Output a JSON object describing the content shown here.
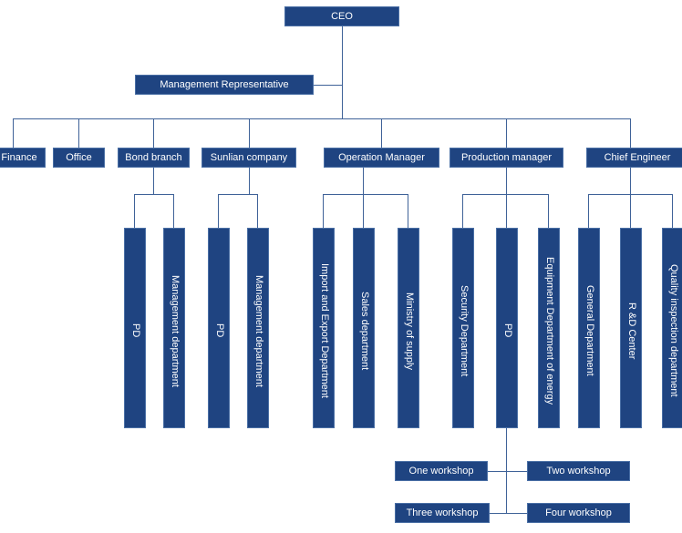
{
  "chart_title": "Organizational Structure Chart",
  "theme": {
    "node_fill": "#1F4481",
    "node_border": "#4A6FA5",
    "line_color": "#3F6298",
    "text_color": "#FFFFFF",
    "background": "#FFFFFF"
  },
  "nodes": {
    "ceo": {
      "label": "CEO"
    },
    "management_representative": {
      "label": "Management Representative"
    },
    "level2": [
      {
        "label": "Finance"
      },
      {
        "label": "Office"
      },
      {
        "label": "Bond branch"
      },
      {
        "label": "Sunlian company"
      },
      {
        "label": "Operation Manager"
      },
      {
        "label": "Production manager"
      },
      {
        "label": "Chief  Engineer"
      }
    ],
    "bond_branch_children": [
      {
        "label": "PD"
      },
      {
        "label": "Management department"
      }
    ],
    "sunlian_children": [
      {
        "label": "PD"
      },
      {
        "label": "Management department"
      }
    ],
    "operation_manager_children": [
      {
        "label": "Import and Export Department"
      },
      {
        "label": "Sales department"
      },
      {
        "label": "Ministry of supply"
      }
    ],
    "production_manager_children": [
      {
        "label": "Security Department"
      },
      {
        "label": "PD"
      },
      {
        "label": "Equipment Department of energy"
      }
    ],
    "chief_engineer_children": [
      {
        "label": "General Department"
      },
      {
        "label": "R &D Center"
      },
      {
        "label": "Quality inspection department"
      }
    ],
    "workshops": [
      {
        "label": "One workshop"
      },
      {
        "label": "Two workshop"
      },
      {
        "label": "Three workshop"
      },
      {
        "label": "Four workshop"
      }
    ]
  }
}
